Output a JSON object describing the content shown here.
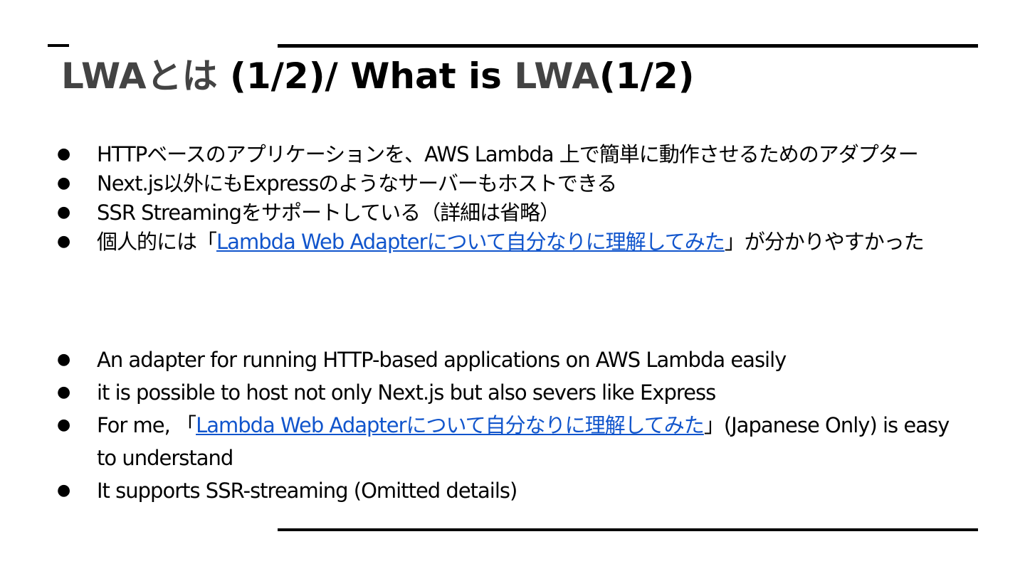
{
  "slide": {
    "title_gray_1": "LWAとは",
    "title_black_1": " (1/2)/ What is ",
    "title_gray_2": "LWA",
    "title_black_2": "(1/2)",
    "ja_bullets": [
      {
        "text": "HTTPベースのアプリケーションを、AWS Lambda 上で簡単に動作させるためのアダプター"
      },
      {
        "text": "Next.js以外にもExpressのようなサーバーもホストできる"
      },
      {
        "text": "SSR Streamingをサポートしている（詳細は省略）"
      },
      {
        "before": "個人的には「",
        "link": "Lambda Web Adapterについて自分なりに理解してみた",
        "after": "」が分かりやすかった"
      }
    ],
    "en_bullets": [
      {
        "text": "An adapter for running HTTP-based applications on AWS Lambda easily"
      },
      {
        "text": "it is possible to host not only Next.js but also severs like Express"
      },
      {
        "before": "For me, 「",
        "link": "Lambda Web Adapterについて自分なりに理解してみた",
        "after": "」(Japanese Only) is easy to understand"
      },
      {
        "text": "It supports SSR-streaming (Omitted details)"
      }
    ],
    "colors": {
      "title_gray": "#434343",
      "link": "#1155cc",
      "rule": "#000000"
    }
  }
}
